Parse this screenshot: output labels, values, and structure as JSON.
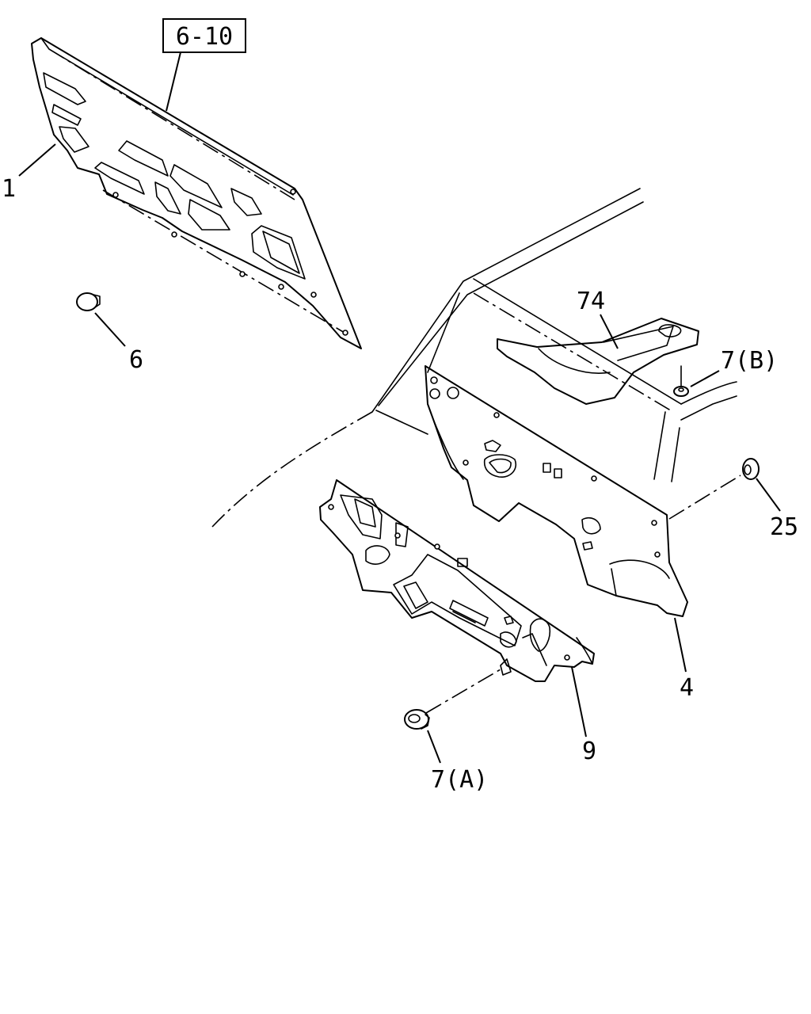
{
  "callouts": {
    "c1": "1",
    "c6_10": "6-10",
    "c6": "6",
    "c74": "74",
    "c7b": "7(B)",
    "c25": "25",
    "c4": "4",
    "c9": "9",
    "c7a": "7(A)"
  }
}
